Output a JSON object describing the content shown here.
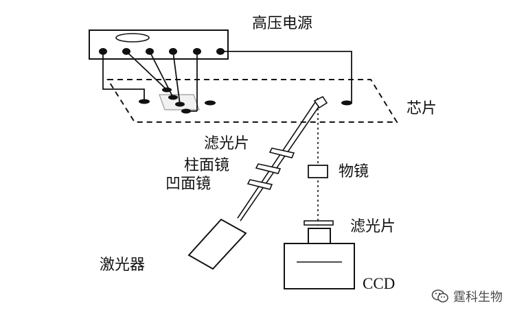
{
  "labels": {
    "power_supply": "高压电源",
    "chip": "芯片",
    "filter_top": "滤光片",
    "cylindrical_lens": "柱面镜",
    "concave_mirror": "凹面镜",
    "objective_lens": "物镜",
    "filter_bottom": "滤光片",
    "laser": "激光器",
    "ccd": "CCD"
  },
  "watermark": {
    "text": "霆科生物",
    "icon": "wechat-icon"
  }
}
